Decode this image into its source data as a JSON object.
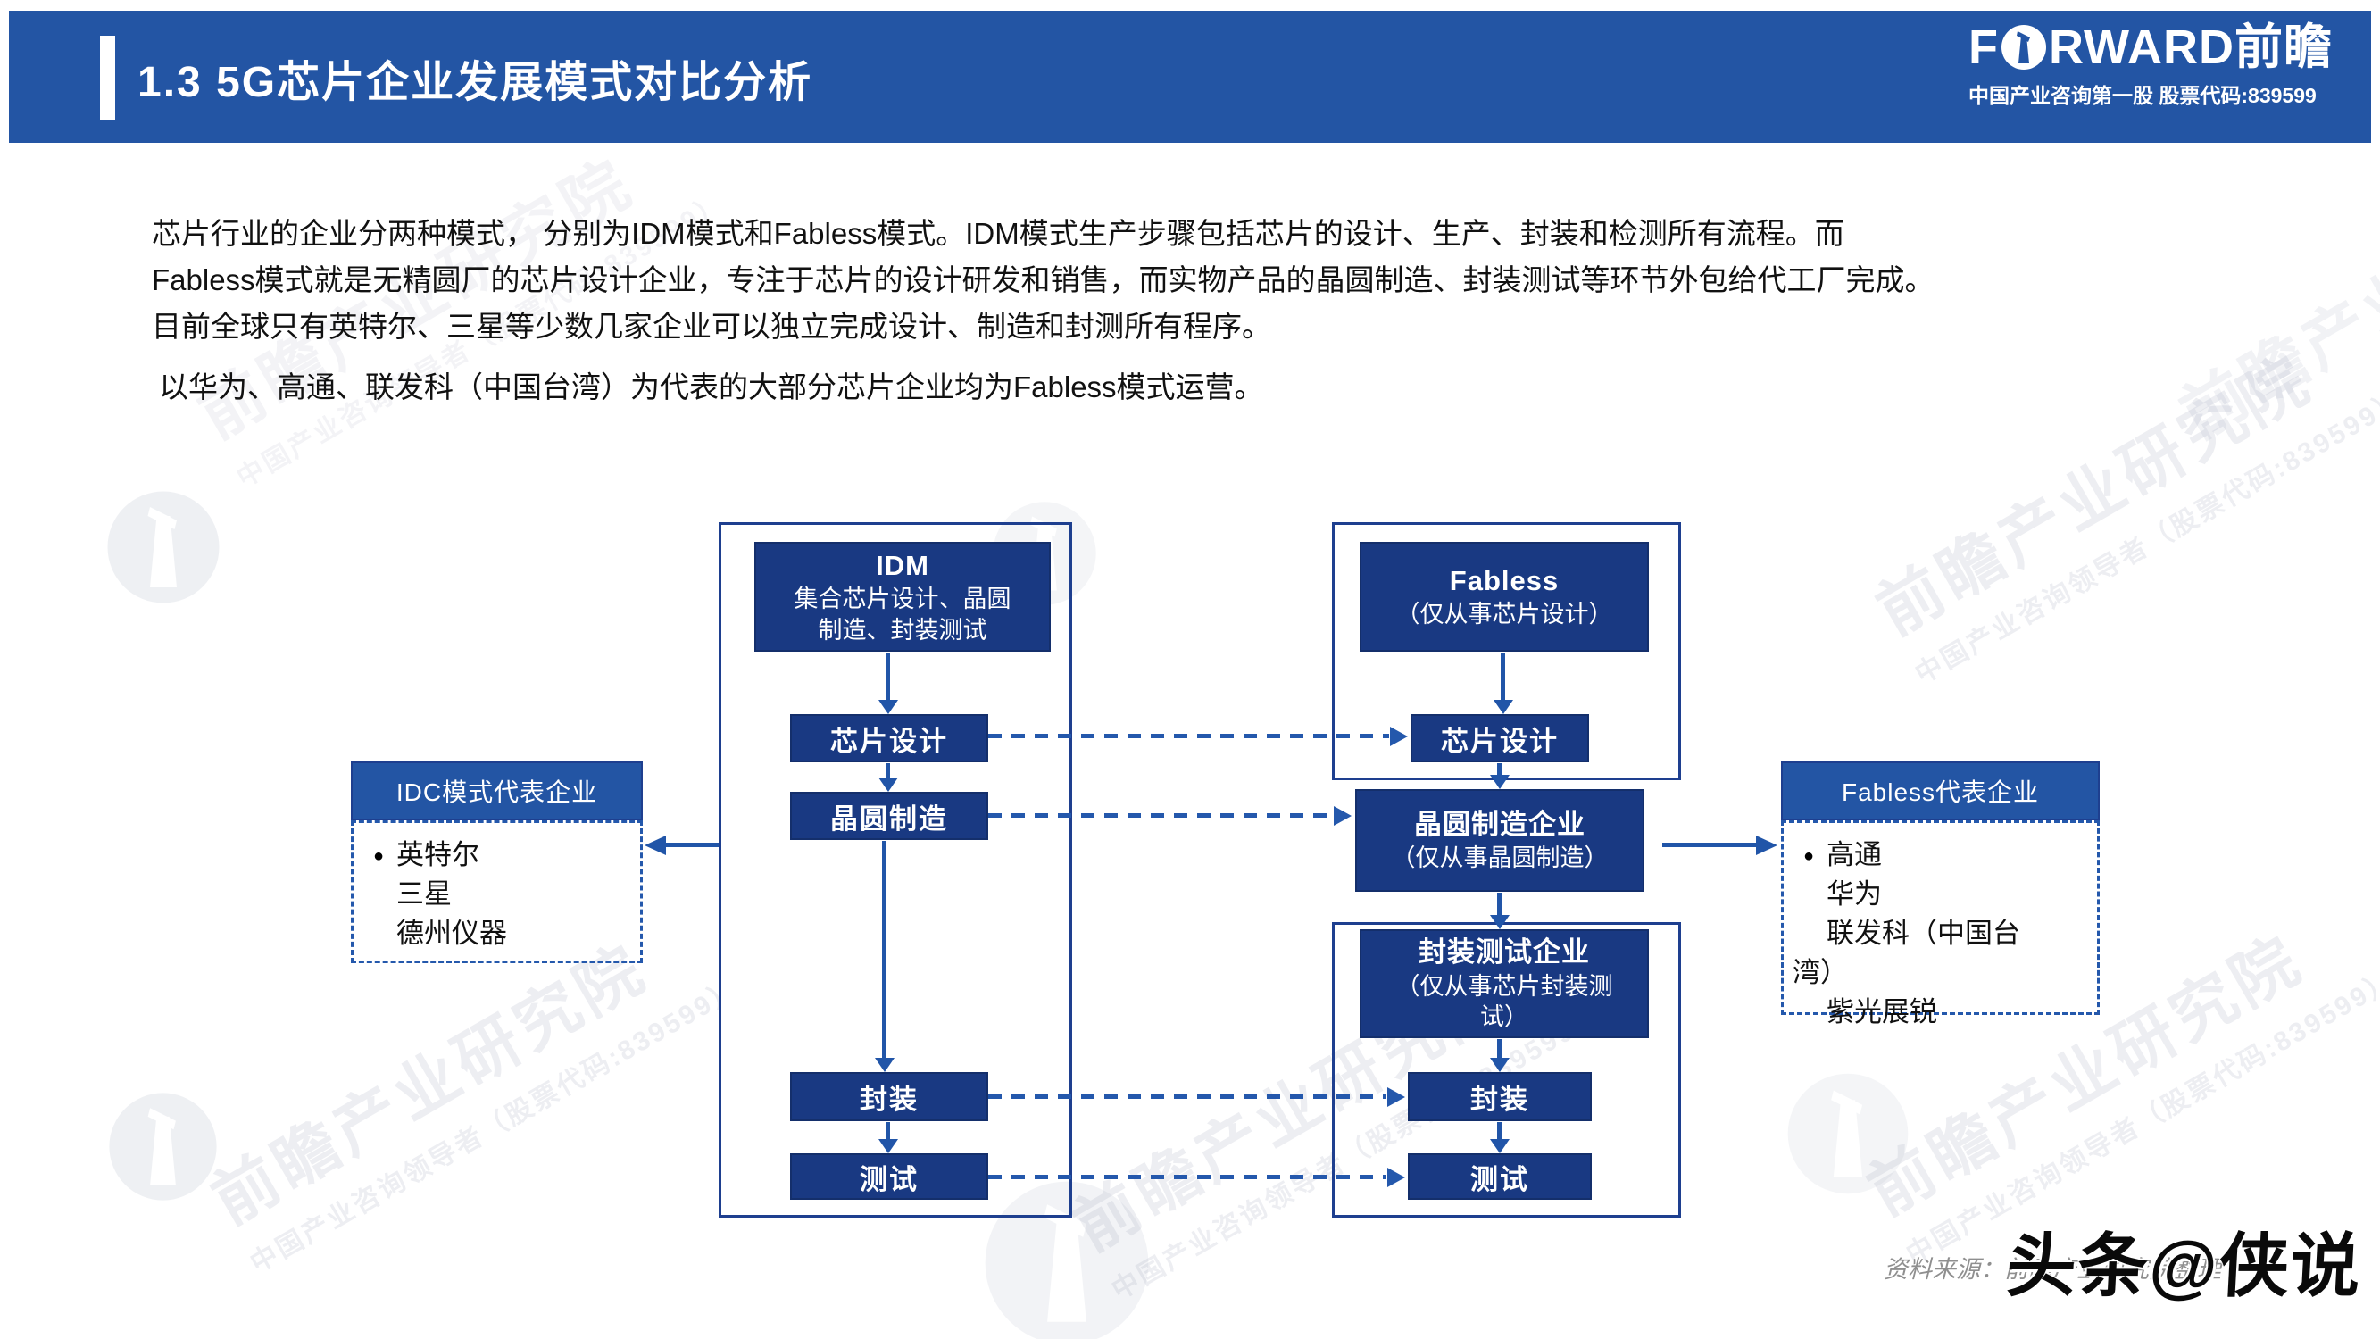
{
  "header": {
    "title": "1.3 5G芯片企业发展模式对比分析",
    "logo": {
      "prefix": "F",
      "suffix": "RWARD前瞻",
      "tagline": "中国产业咨询第一股  股票代码:839599"
    }
  },
  "intro": {
    "p1": "芯片行业的企业分两种模式， 分别为IDM模式和Fabless模式。IDM模式生产步骤包括芯片的设计、生产、封装和检测所有流程。而\nFabless模式就是无精圆厂的芯片设计企业，专注于芯片的设计研发和销售，而实物产品的晶圆制造、封装测试等环节外包给代工厂完成。\n目前全球只有英特尔、三星等少数几家企业可以独立完成设计、制造和封测所有程序。",
    "p2": "以华为、高通、联发科（中国台湾）为代表的大部分芯片企业均为Fabless模式运营。"
  },
  "diagram": {
    "idm": {
      "head_title": "IDM",
      "head_subtitle": "集合芯片设计、晶圆\n制造、封装测试",
      "step_design": "芯片设计",
      "step_wafer": "晶圆制造",
      "step_pack": "封装",
      "step_test": "测试"
    },
    "fabless": {
      "head_title": "Fabless",
      "head_subtitle": "（仅从事芯片设计）",
      "step_design": "芯片设计",
      "wafer_title": "晶圆制造企业",
      "wafer_subtitle": "（仅从事晶圆制造）",
      "pack_title": "封装测试企业",
      "pack_subtitle": "（仅从事芯片封装测\n试）",
      "step_pack": "封装",
      "step_test": "测试"
    },
    "idc_rep": {
      "header": "IDC模式代表企业",
      "bullet": "●",
      "items": [
        "英特尔",
        "三星",
        "德州仪器"
      ]
    },
    "fabless_rep": {
      "header": "Fabless代表企业",
      "bullet": "●",
      "items": [
        "高通",
        "华为",
        "联发科（中国台\n湾）",
        "紫光展锐"
      ]
    }
  },
  "footer": {
    "source": "资料来源：前瞻产业研究院整理",
    "watermark": "头条@侠说"
  },
  "watermark": {
    "line1": "前瞻产业研究院",
    "line2": "中国产业咨询领导者（股票代码:839599）"
  },
  "colors": {
    "header_blue": "#2355A4",
    "box_navy": "#193982",
    "container_border": "#1E3F8F",
    "dashed_border": "#2458AC",
    "arrow": "#2155A8",
    "source_gray": "#8f8f8f",
    "watermark_black": "#0a0a0a"
  }
}
